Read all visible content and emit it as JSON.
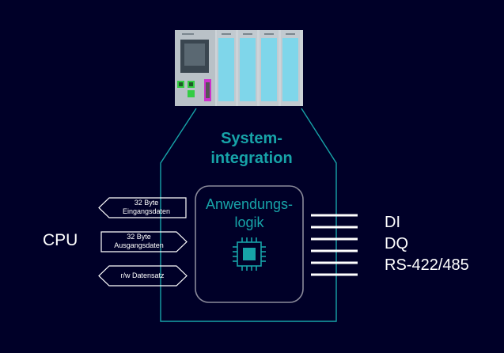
{
  "diagram": {
    "title_line1": "System-",
    "title_line2": "integration",
    "core_line1": "Anwendungs-",
    "core_line2": "logik",
    "cpu_label": "CPU",
    "arrows": [
      {
        "line1": "32 Byte",
        "line2": "Eingangsdaten",
        "direction": "left"
      },
      {
        "line1": "32 Byte",
        "line2": "Ausgangsdaten",
        "direction": "right"
      },
      {
        "line1": "r/w Datensatz",
        "line2": "",
        "direction": "both"
      }
    ],
    "io_labels": [
      "DI",
      "DQ",
      "RS-422/485"
    ],
    "icons": {
      "core": "processor-chip-icon",
      "hardware": "plc-station-image"
    },
    "colors": {
      "background": "#000028",
      "accent": "#17A3A8",
      "outline": "#8a8a9a",
      "text": "#ffffff"
    }
  }
}
